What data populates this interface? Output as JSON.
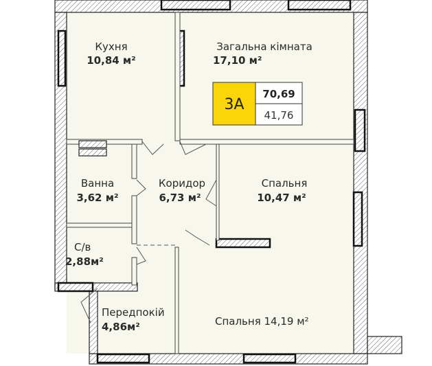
{
  "apartment": {
    "type_label": "3А",
    "total_area": "70,69",
    "living_area": "41,76",
    "accent_color": "#fad50a"
  },
  "rooms": [
    {
      "name": "Кухня",
      "area": "10,84 м²"
    },
    {
      "name": "Загальна кімната",
      "area": "17,10 м²"
    },
    {
      "name": "Ванна",
      "area": "3,62 м²"
    },
    {
      "name": "Коридор",
      "area": "6,73 м²"
    },
    {
      "name": "Спальня",
      "area": "10,47 м²"
    },
    {
      "name": "С/в",
      "area": "2,88м²"
    },
    {
      "name": "Передпокій",
      "area": "4,86м²"
    },
    {
      "name": "Спальня 14,19 м²"
    }
  ]
}
